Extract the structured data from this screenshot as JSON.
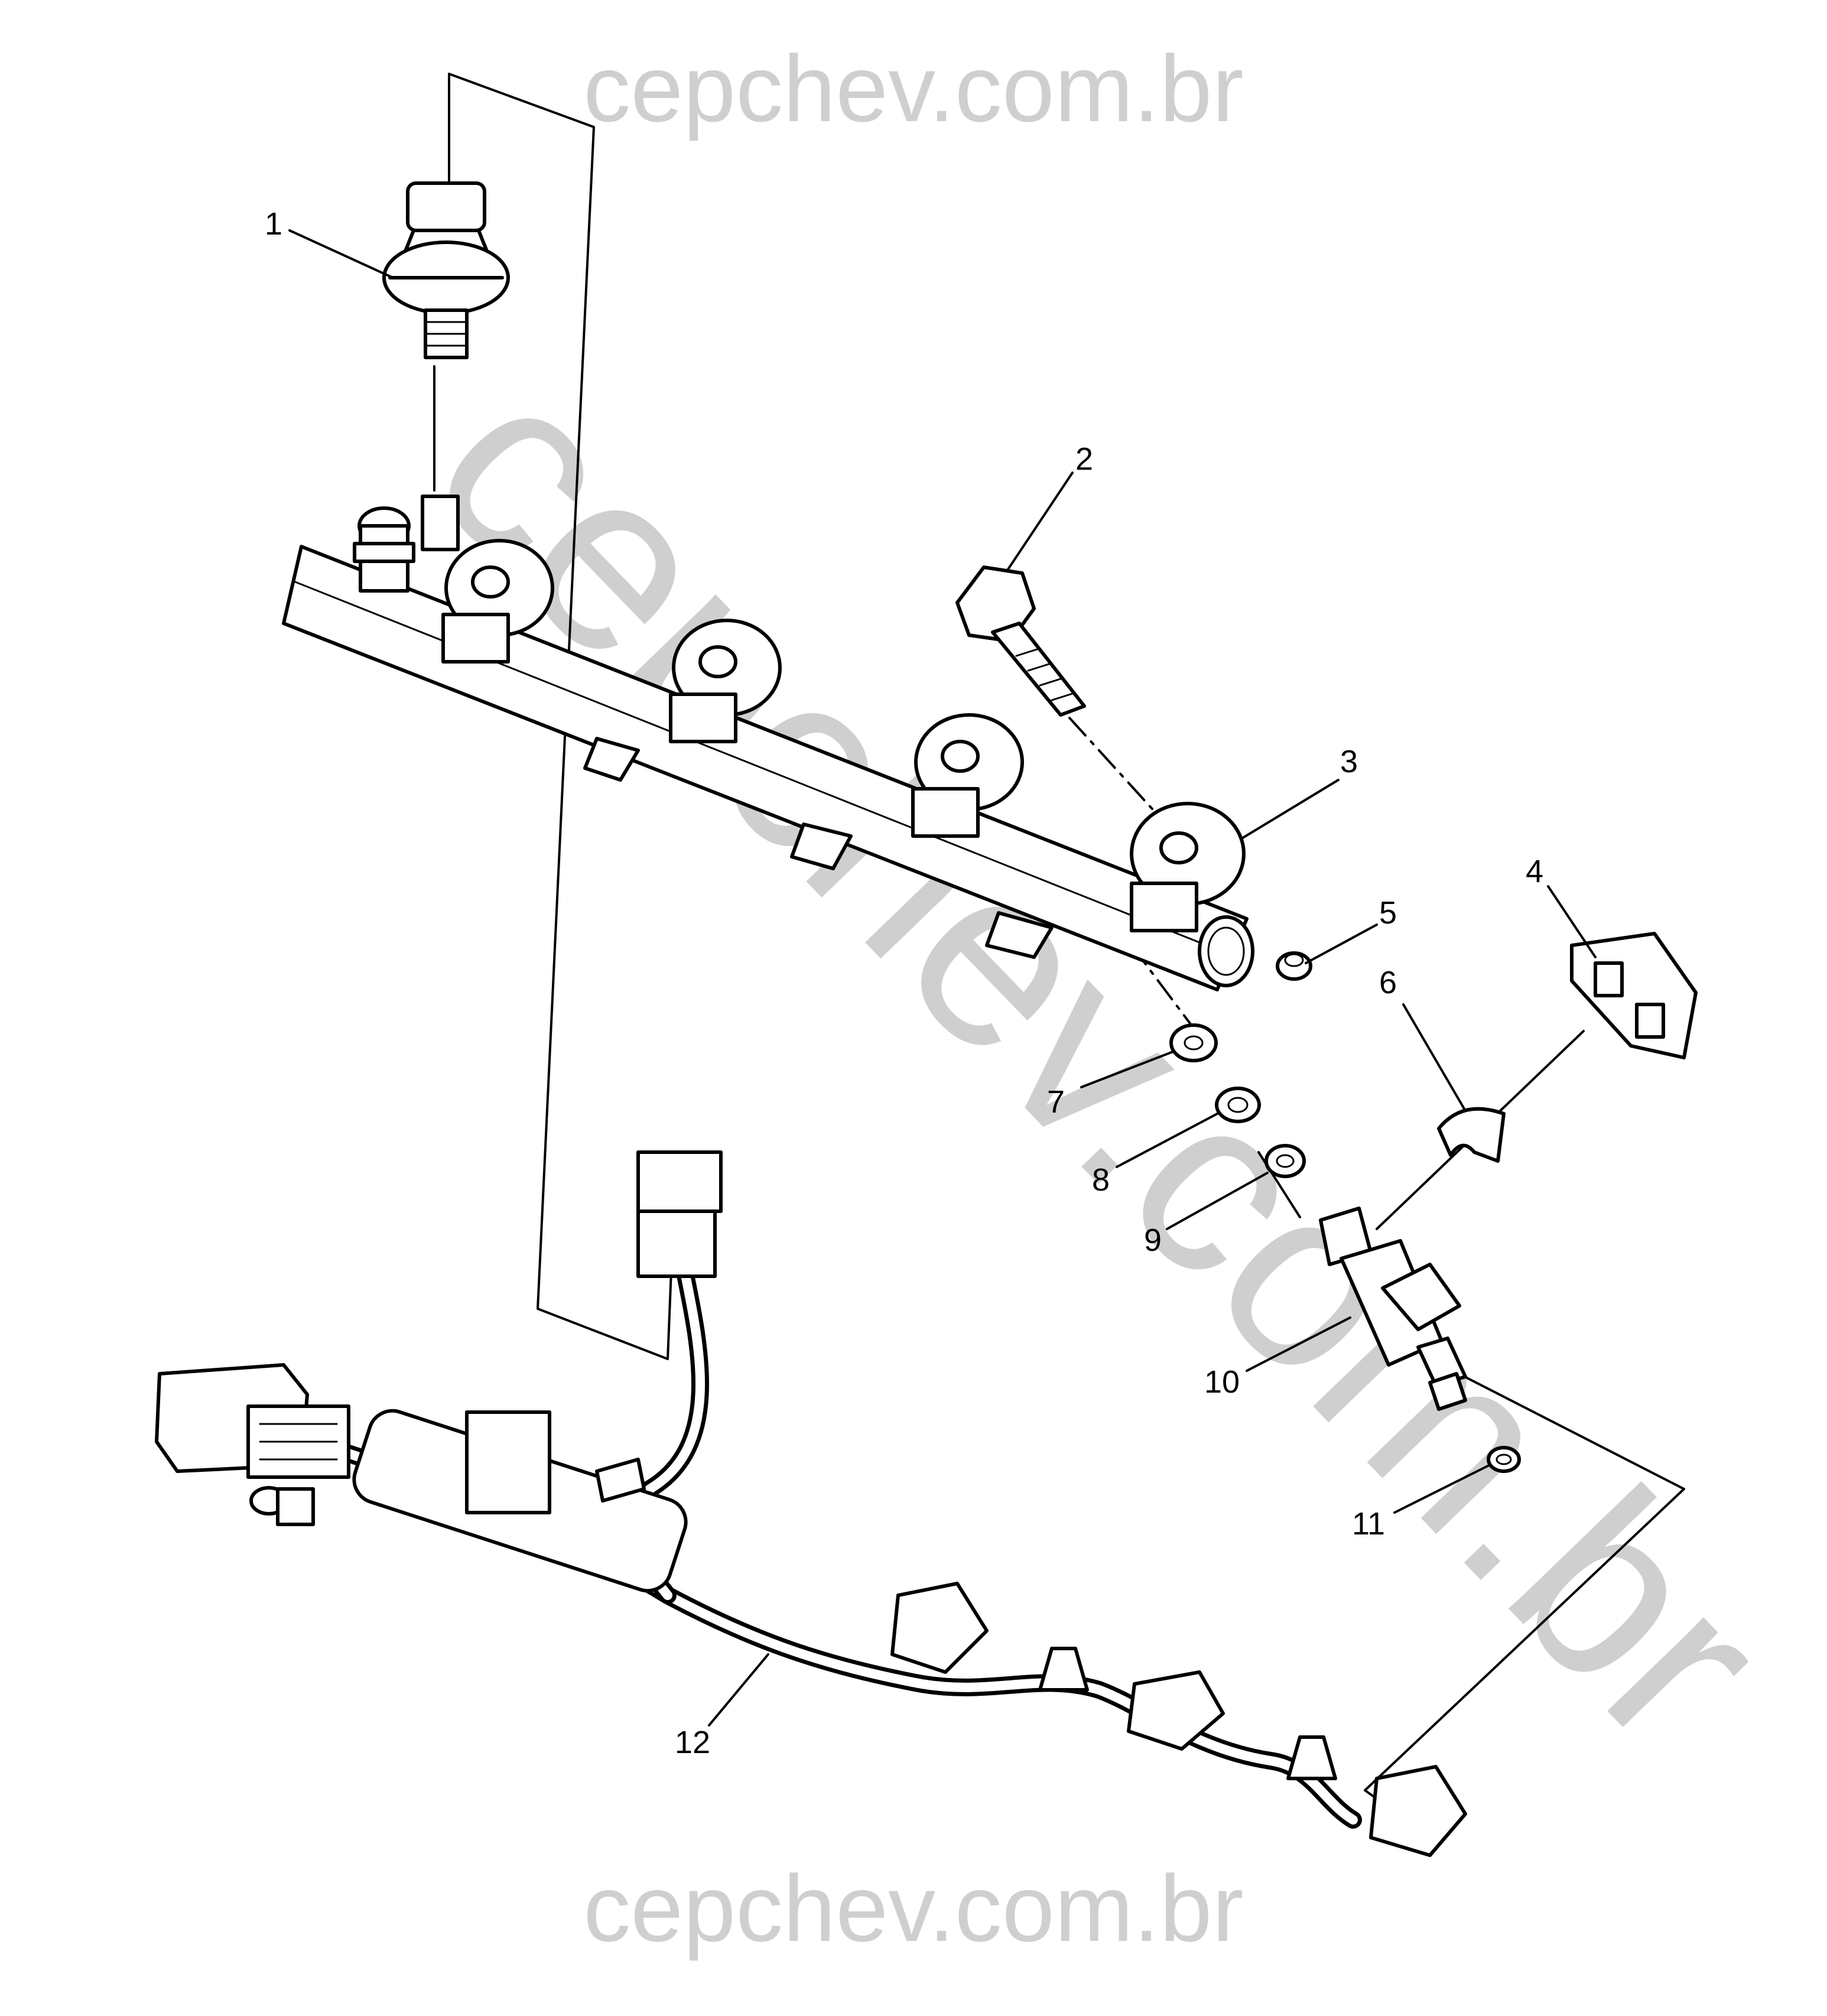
{
  "watermark": {
    "top": "cepchev.com.br",
    "diagonal": "cepchev.com.br",
    "bottom": "cepchev.com.br"
  },
  "callouts": [
    "1",
    "2",
    "3",
    "4",
    "5",
    "6",
    "7",
    "8",
    "9",
    "10",
    "11",
    "12"
  ],
  "colors": {
    "ink": "#000000",
    "part_fill": "#ffffff",
    "watermark": "#cfcfcf"
  }
}
